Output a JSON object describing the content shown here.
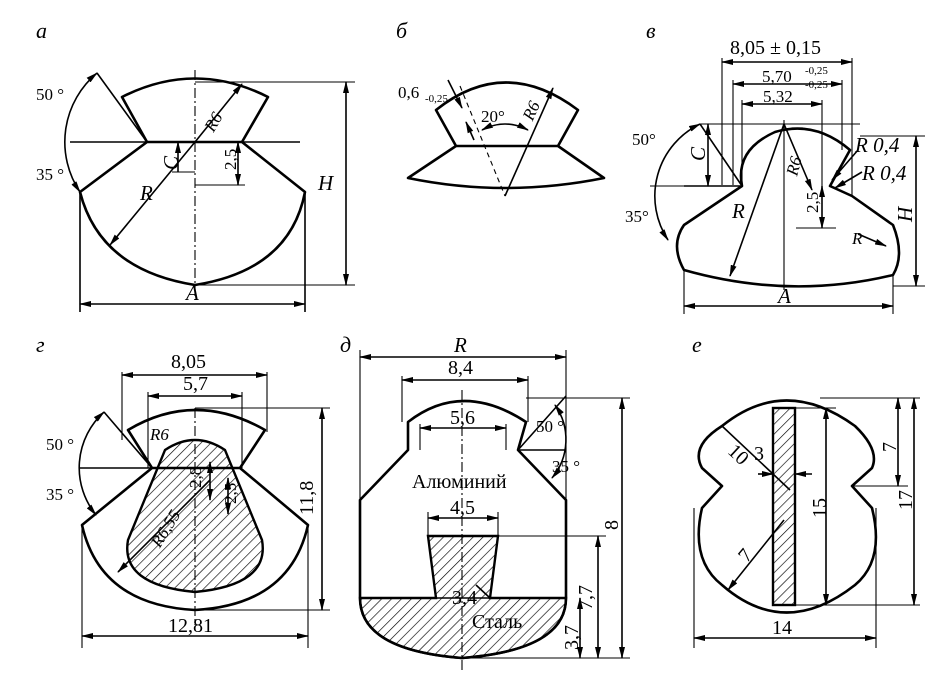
{
  "figures": {
    "a": {
      "label": "а",
      "angle_top": "50 °",
      "angle_bottom": "35 °",
      "radius_r6": "R6",
      "dim_c": "C",
      "dim_25": "2,5",
      "dim_r": "R",
      "dim_h": "H",
      "dim_a": "A"
    },
    "b": {
      "label": "б",
      "dim_06": "0,6",
      "dim_06_tol": "-0,25",
      "angle": "20°",
      "radius_r6": "R6"
    },
    "v": {
      "label": "в",
      "dim_805": "8,05 ± 0,15",
      "dim_570": "5,70",
      "dim_570_upper": "-0,25",
      "dim_570_lower": "-0,25",
      "dim_532": "5,32",
      "angle_top": "50°",
      "angle_bottom": "35°",
      "dim_c": "C",
      "radius_r6": "R6",
      "radius_r04_a": "R 0,4",
      "radius_r04_b": "R 0,4",
      "dim_25": "2,5",
      "dim_r": "R",
      "dim_r_side": "R",
      "dim_h": "H",
      "dim_a": "A"
    },
    "g": {
      "label": "г",
      "dim_805": "8,05",
      "dim_57": "5,7",
      "angle_top": "50 °",
      "angle_bottom": "35 °",
      "radius_r6": "R6",
      "dim_118": "11,8",
      "radius_r655": "R6,55",
      "dim_28": "2,8",
      "dim_25": "2,5",
      "dim_1281": "12,81"
    },
    "d": {
      "label": "д",
      "dim_r": "R",
      "dim_84": "8,4",
      "dim_56": "5,6",
      "angle_top": "50 °",
      "angle_bottom": "35 °",
      "material_al": "Алюминий",
      "dim_45": "4,5",
      "dim_8": "8",
      "dim_77": "7,7",
      "dim_34": "3,4",
      "material_steel": "Сталь",
      "dim_37": "3,7"
    },
    "e": {
      "label": "е",
      "dim_10": "10",
      "dim_3": "3",
      "dim_7a": "7",
      "dim_15": "15",
      "dim_17": "17",
      "dim_7b": "7",
      "dim_14": "14"
    }
  }
}
